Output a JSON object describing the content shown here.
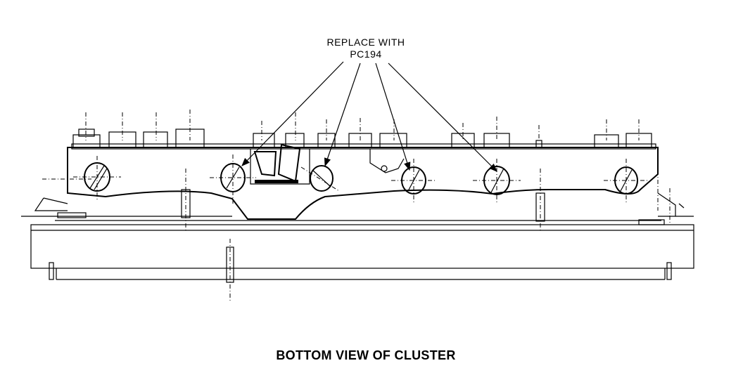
{
  "callout": {
    "line1": "REPLACE WITH",
    "line2": "PC194"
  },
  "caption": "BOTTOM VIEW OF CLUSTER"
}
